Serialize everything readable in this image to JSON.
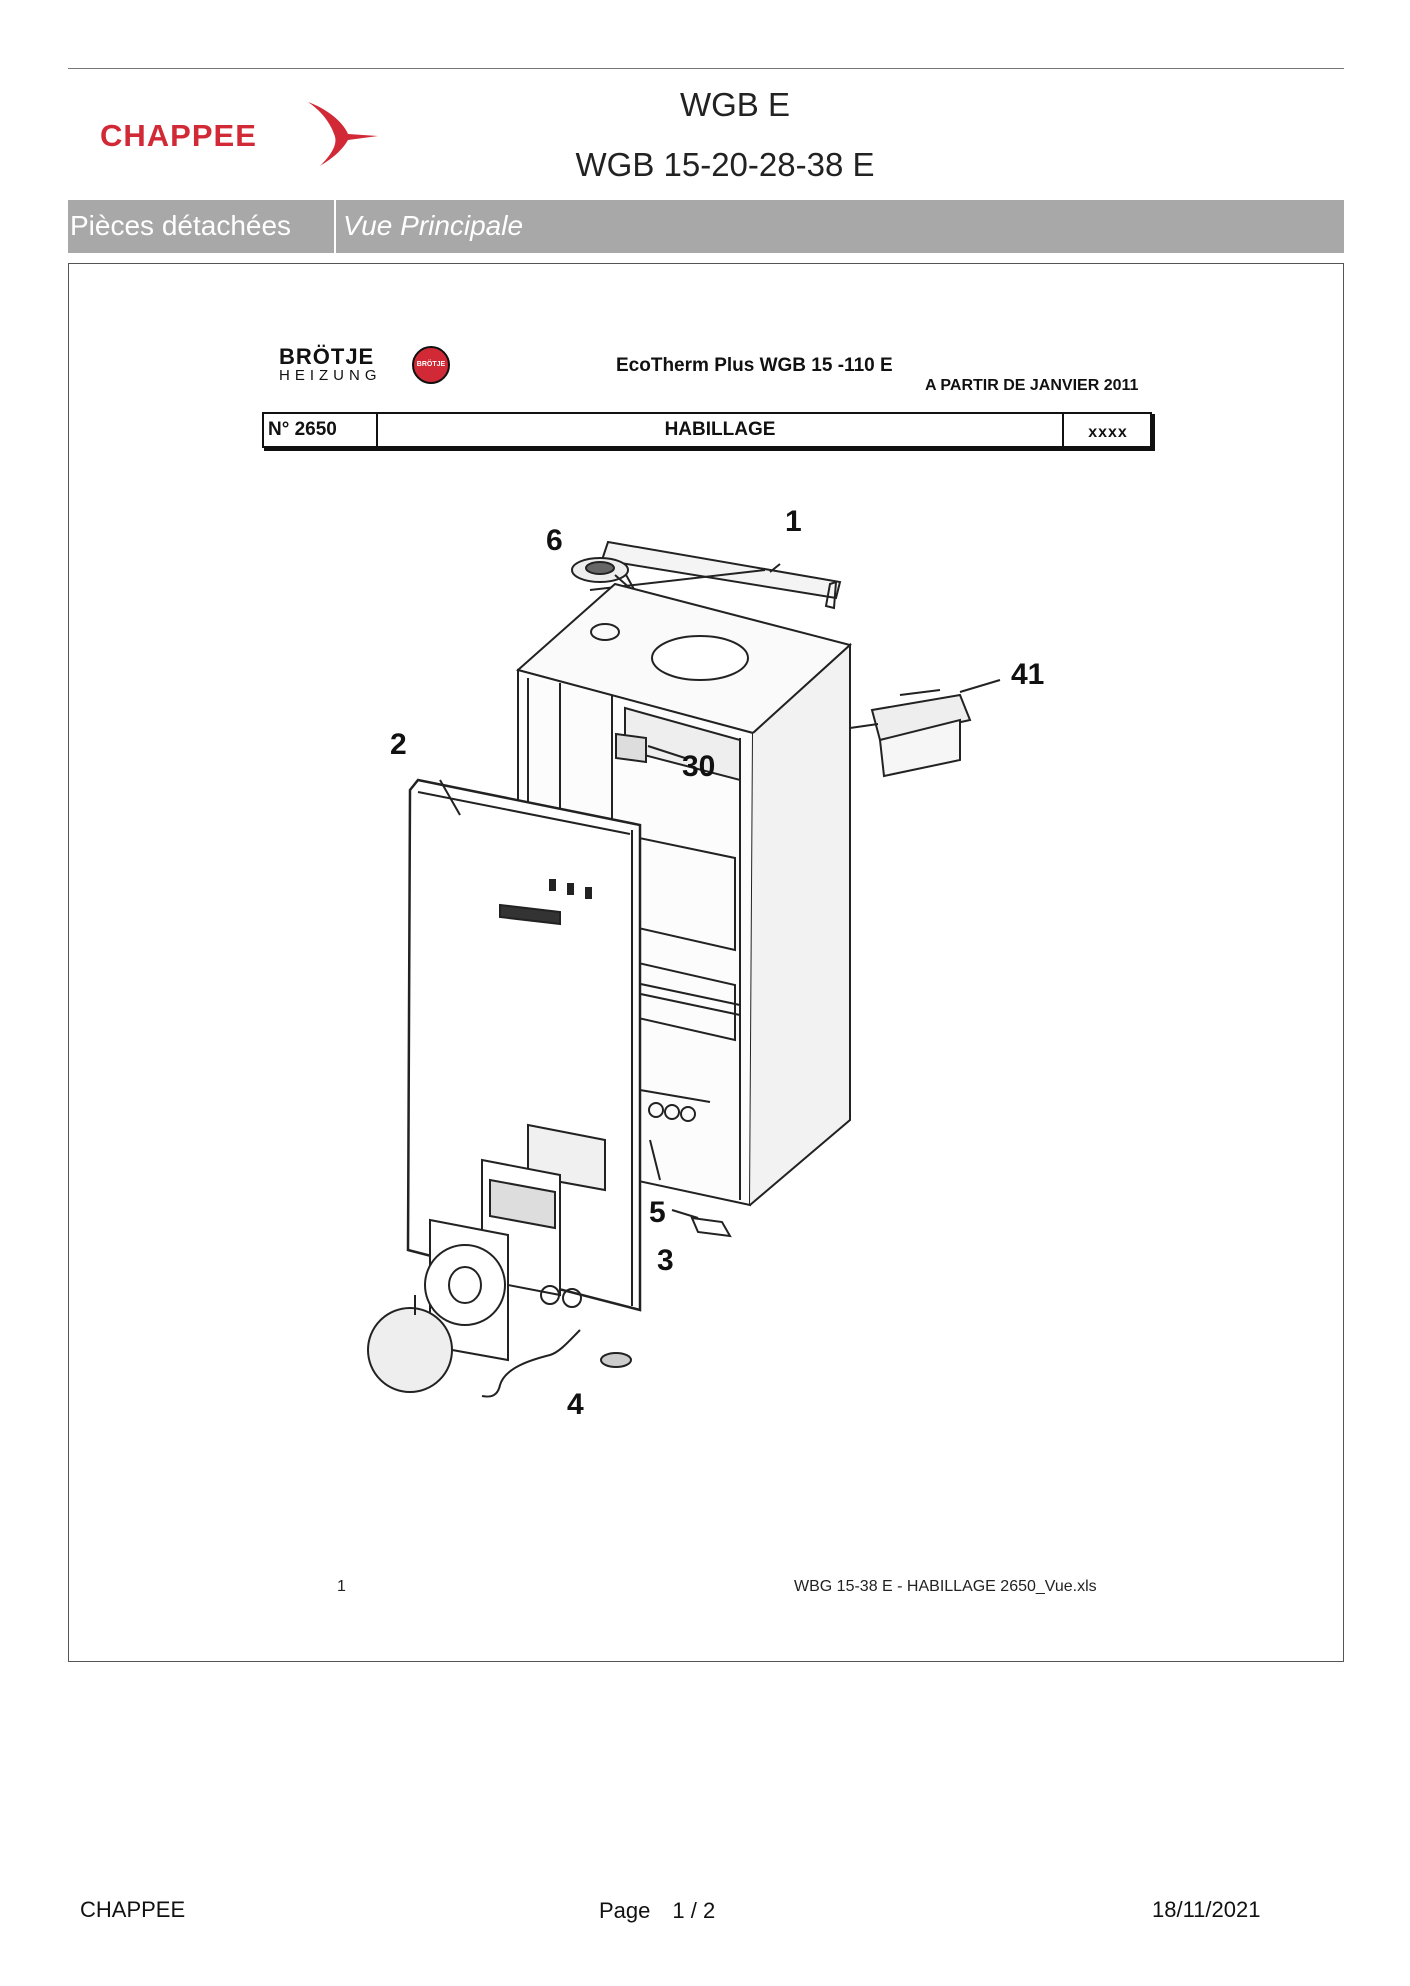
{
  "header": {
    "logo_text": "CHAPPEE",
    "title_line1": "WGB E",
    "title_line2": "WGB 15-20-28-38 E"
  },
  "section_bar": {
    "left_label": "Pièces détachées",
    "right_label": "Vue Principale"
  },
  "sheet": {
    "brand_name": "BRÖTJE",
    "brand_sub": "HEIZUNG",
    "brand_disc": "BRÖTJE",
    "product": "EcoTherm Plus WGB 15 -110 E",
    "date_note": "A PARTIR DE JANVIER 2011",
    "number": "N° 2650",
    "section_name": "HABILLAGE",
    "code": "xxxx",
    "callouts": {
      "c1": "1",
      "c2": "2",
      "c3": "3",
      "c4": "4",
      "c5": "5",
      "c6": "6",
      "c30": "30",
      "c41": "41"
    },
    "sheet_page": "1",
    "file_name": "WBG 15-38 E - HABILLAGE 2650_Vue.xls"
  },
  "page_footer": {
    "left": "CHAPPEE",
    "page_label": "Page",
    "page_current": "1",
    "page_sep": "/",
    "page_total": "2",
    "date": "18/11/2021"
  }
}
